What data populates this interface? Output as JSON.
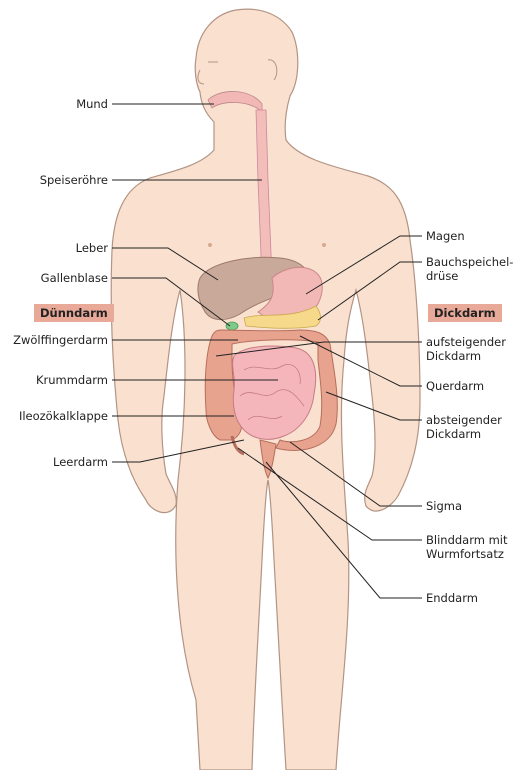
{
  "left_labels": {
    "mund": "Mund",
    "speiseroehre": "Speiseröhre",
    "leber": "Leber",
    "gallenblase": "Gallenblase",
    "zwoelffingerdarm": "Zwölffingerdarm",
    "krummdarm": "Krummdarm",
    "ileozoekalklappe": "Ileozökalklappe",
    "leerdarm": "Leerdarm"
  },
  "right_labels": {
    "magen": "Magen",
    "bauchspeichel_1": "Bauchspeichel-",
    "bauchspeichel_2": "drüse",
    "aufsteigender_1": "aufsteigender",
    "aufsteigender_2": "Dickdarm",
    "querdarm": "Querdarm",
    "absteigender_1": "absteigender",
    "absteigender_2": "Dickdarm",
    "sigma": "Sigma",
    "blinddarm_1": "Blinddarm mit",
    "blinddarm_2": "Wurmfortsatz",
    "enddarm": "Enddarm"
  },
  "headers": {
    "duenndarm": "Dünndarm",
    "dickdarm": "Dickdarm"
  },
  "colors": {
    "skin": "#f9e0cf",
    "skin_outline": "#b39484",
    "liver": "#c9a99a",
    "stomach": "#f2b8b5",
    "large_intestine": "#e8a38f",
    "small_intestine": "#f5b6bb",
    "pancreas": "#f6d98a",
    "gallbladder": "#7fc98a",
    "header_bg": "#e8a999"
  }
}
